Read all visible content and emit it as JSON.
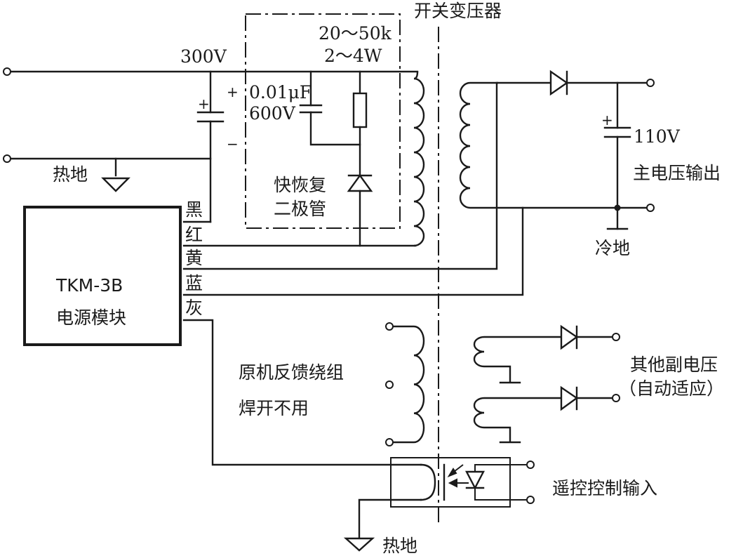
{
  "labels": {
    "transformer_title": "开关变压器",
    "supply_voltage": "300V",
    "resistor_value_1": "20～50k",
    "resistor_value_2": "2～4W",
    "cap_value_1": "0.01μF",
    "cap_value_2": "600V",
    "plus_sign": "+",
    "minus_sign": "−",
    "hot_ground_top": "热地",
    "hot_ground_bottom": "热地",
    "fast_diode_1": "快恢复",
    "fast_diode_2": "二极管",
    "module_name_1": "TKM-3B",
    "module_name_2": "电源模块",
    "wire_black": "黑",
    "wire_red": "红",
    "wire_yellow": "黄",
    "wire_blue": "蓝",
    "wire_gray": "灰",
    "output_voltage": "110V",
    "main_output": "主电压输出",
    "cold_ground": "冷地",
    "feedback_1": "原机反馈绕组",
    "feedback_2": "焊开不用",
    "other_1": "其他副电压",
    "other_2": "（自动适应）",
    "remote": "遥控控制输入"
  }
}
